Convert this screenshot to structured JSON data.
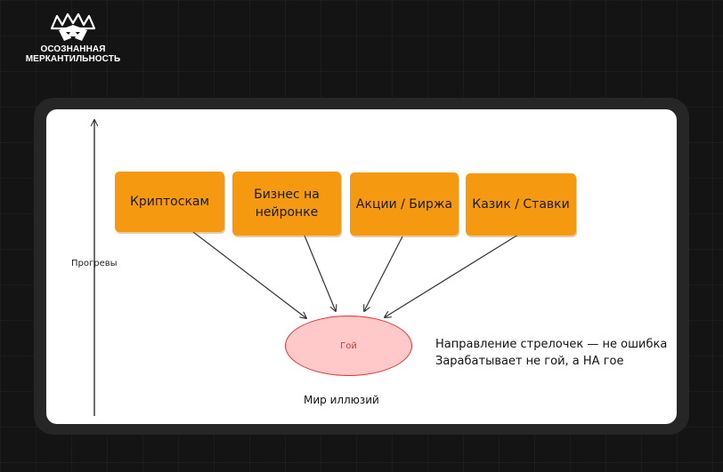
{
  "brand": {
    "line1": "ОСОЗНАННАЯ",
    "line2": "МЕРКАНТИЛЬНОСТЬ"
  },
  "diagram": {
    "axis_label": "Прогревы",
    "boxes": [
      {
        "label": "Криптоскам"
      },
      {
        "label": "Бизнес на нейронке"
      },
      {
        "label": "Акции / Биржа"
      },
      {
        "label": "Казик / Ставки"
      }
    ],
    "target": {
      "label": "Гой"
    },
    "caption": "Мир иллюзий",
    "note": {
      "line1": "Направление стрелочек — не ошибка",
      "line2": "Зарабатывает не гой, а НА гое"
    },
    "colors": {
      "box_fill": "#f59a10",
      "target_fill": "#ffc9c9",
      "target_stroke": "#e03131",
      "arrow": "#333333"
    }
  }
}
